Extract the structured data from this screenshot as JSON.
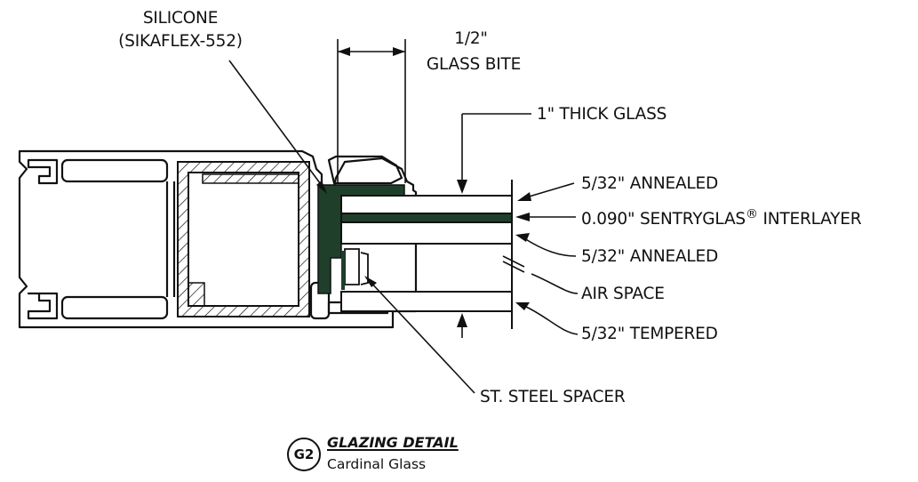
{
  "labels": {
    "silicone_line1": "SILICONE",
    "silicone_line2": "(SIKAFLEX-552)",
    "bite_line1": "1/2\"",
    "bite_line2": "GLASS BITE",
    "thick_glass": "1\" THICK GLASS",
    "annealed_top": "5/32\" ANNEALED",
    "interlayer_main": "0.090\" SENTRYGLAS",
    "interlayer_reg": "®",
    "interlayer_tail": " INTERLAYER",
    "annealed_bottom": "5/32\" ANNEALED",
    "air_space": "AIR SPACE",
    "tempered": "5/32\" TEMPERED",
    "spacer": "ST. STEEL SPACER"
  },
  "title_block": {
    "badge": "G2",
    "title": "GLAZING DETAIL",
    "subtitle": "Cardinal Glass"
  },
  "colors": {
    "line": "#111111",
    "silicone_fill": "#1f3f2b",
    "interlayer_fill": "#1f3f2b"
  }
}
